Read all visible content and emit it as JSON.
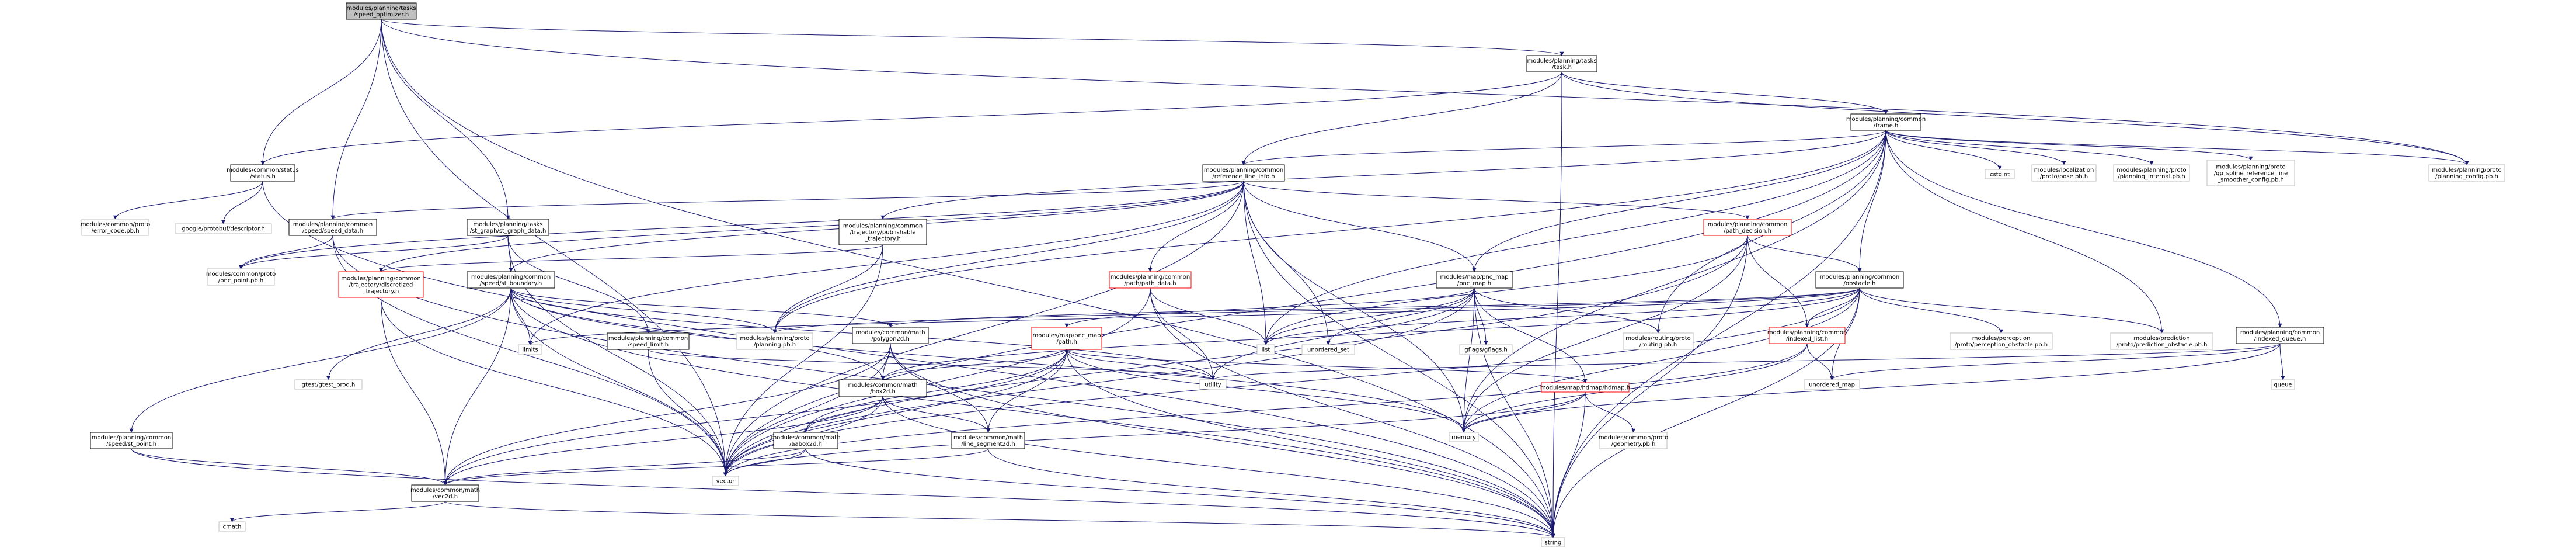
{
  "title": "modules/planning/tasks/speed_optimizer.h",
  "colors": {
    "root_fill": "#bfbfbf",
    "root_stroke": "#000000",
    "node_stroke": "#000000",
    "node_stroke_red": "#ff0000",
    "gray_stroke": "#bfbfbf",
    "edge": "#191970"
  },
  "nodes": [
    {
      "id": "root",
      "lines": [
        "modules/planning/tasks",
        "/speed_optimizer.h"
      ],
      "kind": "root"
    },
    {
      "id": "task",
      "lines": [
        "modules/planning/tasks",
        "/task.h"
      ],
      "kind": "normal"
    },
    {
      "id": "frame",
      "lines": [
        "modules/planning/common",
        "/frame.h"
      ],
      "kind": "normal"
    },
    {
      "id": "status",
      "lines": [
        "modules/common/status",
        "/status.h"
      ],
      "kind": "normal"
    },
    {
      "id": "refline",
      "lines": [
        "modules/planning/common",
        "/reference_line_info.h"
      ],
      "kind": "normal"
    },
    {
      "id": "cstdint",
      "lines": [
        "cstdint"
      ],
      "kind": "gray"
    },
    {
      "id": "pose",
      "lines": [
        "modules/localization",
        "/proto/pose.pb.h"
      ],
      "kind": "gray"
    },
    {
      "id": "planint",
      "lines": [
        "modules/planning/proto",
        "/planning_internal.pb.h"
      ],
      "kind": "gray"
    },
    {
      "id": "qpspline",
      "lines": [
        "modules/planning/proto",
        "/qp_spline_reference_line",
        "_smoother_config.pb.h"
      ],
      "kind": "gray"
    },
    {
      "id": "planconfig",
      "lines": [
        "modules/planning/proto",
        "/planning_config.pb.h"
      ],
      "kind": "gray"
    },
    {
      "id": "errcode",
      "lines": [
        "modules/common/proto",
        "/error_code.pb.h"
      ],
      "kind": "gray"
    },
    {
      "id": "descriptor",
      "lines": [
        "google/protobuf/descriptor.h"
      ],
      "kind": "gray"
    },
    {
      "id": "speeddata",
      "lines": [
        "modules/planning/common",
        "/speed/speed_data.h"
      ],
      "kind": "normal"
    },
    {
      "id": "stgraph",
      "lines": [
        "modules/planning/tasks",
        "/st_graph/st_graph_data.h"
      ],
      "kind": "normal"
    },
    {
      "id": "pubtraj",
      "lines": [
        "modules/planning/common",
        "/trajectory/publishable",
        "_trajectory.h"
      ],
      "kind": "normal"
    },
    {
      "id": "pathdec",
      "lines": [
        "modules/planning/common",
        "/path_decision.h"
      ],
      "kind": "red"
    },
    {
      "id": "pncpoint",
      "lines": [
        "modules/common/proto",
        "/pnc_point.pb.h"
      ],
      "kind": "gray"
    },
    {
      "id": "disctraj",
      "lines": [
        "modules/planning/common",
        "/trajectory/discretized",
        "_trajectory.h"
      ],
      "kind": "red"
    },
    {
      "id": "stboundary",
      "lines": [
        "modules/planning/common",
        "/speed/st_boundary.h"
      ],
      "kind": "normal"
    },
    {
      "id": "pathdata",
      "lines": [
        "modules/planning/common",
        "/path/path_data.h"
      ],
      "kind": "red"
    },
    {
      "id": "pncmap",
      "lines": [
        "modules/map/pnc_map",
        "/pnc_map.h"
      ],
      "kind": "normal"
    },
    {
      "id": "obstacle",
      "lines": [
        "modules/planning/common",
        "/obstacle.h"
      ],
      "kind": "normal"
    },
    {
      "id": "indexedqueue",
      "lines": [
        "modules/planning/common",
        "/indexed_queue.h"
      ],
      "kind": "normal"
    },
    {
      "id": "limits",
      "lines": [
        "limits"
      ],
      "kind": "gray"
    },
    {
      "id": "speedlimit",
      "lines": [
        "modules/planning/common",
        "/speed_limit.h"
      ],
      "kind": "normal"
    },
    {
      "id": "planningpb",
      "lines": [
        "modules/planning/proto",
        "/planning.pb.h"
      ],
      "kind": "gray"
    },
    {
      "id": "list",
      "lines": [
        "list"
      ],
      "kind": "gray"
    },
    {
      "id": "unordset",
      "lines": [
        "unordered_set"
      ],
      "kind": "gray"
    },
    {
      "id": "gflags",
      "lines": [
        "gflags/gflags.h"
      ],
      "kind": "gray"
    },
    {
      "id": "routing",
      "lines": [
        "modules/routing/proto",
        "/routing.pb.h"
      ],
      "kind": "gray"
    },
    {
      "id": "indexedlist",
      "lines": [
        "modules/planning/common",
        "/indexed_list.h"
      ],
      "kind": "red"
    },
    {
      "id": "percobst",
      "lines": [
        "modules/perception",
        "/proto/perception_obstacle.pb.h"
      ],
      "kind": "gray"
    },
    {
      "id": "predobst",
      "lines": [
        "modules/prediction",
        "/proto/prediction_obstacle.pb.h"
      ],
      "kind": "gray"
    },
    {
      "id": "gtest",
      "lines": [
        "gtest/gtest_prod.h"
      ],
      "kind": "gray"
    },
    {
      "id": "polygon",
      "lines": [
        "modules/common/math",
        "/polygon2d.h"
      ],
      "kind": "normal"
    },
    {
      "id": "path",
      "lines": [
        "modules/map/pnc_map",
        "/path.h"
      ],
      "kind": "red"
    },
    {
      "id": "utility",
      "lines": [
        "utility"
      ],
      "kind": "gray"
    },
    {
      "id": "hdmap",
      "lines": [
        "modules/map/hdmap/hdmap.h"
      ],
      "kind": "red"
    },
    {
      "id": "unordmap",
      "lines": [
        "unordered_map"
      ],
      "kind": "gray"
    },
    {
      "id": "queue",
      "lines": [
        "queue"
      ],
      "kind": "gray"
    },
    {
      "id": "speedpoint",
      "lines": [
        "modules/planning/common",
        "/speed/st_point.h"
      ],
      "kind": "normal"
    },
    {
      "id": "box2d",
      "lines": [
        "modules/common/math",
        "/box2d.h"
      ],
      "kind": "normal"
    },
    {
      "id": "memory",
      "lines": [
        "memory"
      ],
      "kind": "gray"
    },
    {
      "id": "aabox",
      "lines": [
        "modules/common/math",
        "/aabox2d.h"
      ],
      "kind": "normal"
    },
    {
      "id": "lineseg",
      "lines": [
        "modules/common/math",
        "/line_segment2d.h"
      ],
      "kind": "normal"
    },
    {
      "id": "geometry",
      "lines": [
        "modules/common/proto",
        "/geometry.pb.h"
      ],
      "kind": "gray"
    },
    {
      "id": "vector",
      "lines": [
        "vector"
      ],
      "kind": "gray"
    },
    {
      "id": "vec2d",
      "lines": [
        "modules/common/math",
        "/vec2d.h"
      ],
      "kind": "normal"
    },
    {
      "id": "cmath",
      "lines": [
        "cmath"
      ],
      "kind": "gray"
    },
    {
      "id": "string",
      "lines": [
        "string"
      ],
      "kind": "gray"
    }
  ],
  "edges": [
    [
      "root",
      "task"
    ],
    [
      "root",
      "status"
    ],
    [
      "root",
      "speeddata"
    ],
    [
      "root",
      "stgraph"
    ],
    [
      "root",
      "planconfig"
    ],
    [
      "root",
      "vector"
    ],
    [
      "root",
      "string"
    ],
    [
      "task",
      "frame"
    ],
    [
      "task",
      "status"
    ],
    [
      "task",
      "refline"
    ],
    [
      "task",
      "planconfig"
    ],
    [
      "task",
      "string"
    ],
    [
      "frame",
      "refline"
    ],
    [
      "frame",
      "cstdint"
    ],
    [
      "frame",
      "pose"
    ],
    [
      "frame",
      "planint"
    ],
    [
      "frame",
      "qpspline"
    ],
    [
      "frame",
      "planconfig"
    ],
    [
      "frame",
      "pubtraj"
    ],
    [
      "frame",
      "pncmap"
    ],
    [
      "frame",
      "obstacle"
    ],
    [
      "frame",
      "indexedqueue"
    ],
    [
      "frame",
      "routing"
    ],
    [
      "frame",
      "predobst"
    ],
    [
      "frame",
      "list"
    ],
    [
      "frame",
      "memory"
    ],
    [
      "frame",
      "vector"
    ],
    [
      "frame",
      "string"
    ],
    [
      "frame",
      "planningpb"
    ],
    [
      "status",
      "errcode"
    ],
    [
      "status",
      "descriptor"
    ],
    [
      "status",
      "string"
    ],
    [
      "refline",
      "speeddata"
    ],
    [
      "refline",
      "pathdec"
    ],
    [
      "refline",
      "pathdata"
    ],
    [
      "refline",
      "pncmap"
    ],
    [
      "refline",
      "disctraj"
    ],
    [
      "refline",
      "stboundary"
    ],
    [
      "refline",
      "limits"
    ],
    [
      "refline",
      "list"
    ],
    [
      "refline",
      "unordset"
    ],
    [
      "refline",
      "memory"
    ],
    [
      "refline",
      "planningpb"
    ],
    [
      "refline",
      "vector"
    ],
    [
      "refline",
      "string"
    ],
    [
      "refline",
      "pncpoint"
    ],
    [
      "speeddata",
      "pncpoint"
    ],
    [
      "speeddata",
      "vector"
    ],
    [
      "speeddata",
      "string"
    ],
    [
      "stgraph",
      "stboundary"
    ],
    [
      "stgraph",
      "speedlimit"
    ],
    [
      "stgraph",
      "pncpoint"
    ],
    [
      "stgraph",
      "vector"
    ],
    [
      "pubtraj",
      "disctraj"
    ],
    [
      "pubtraj",
      "planningpb"
    ],
    [
      "pubtraj",
      "vector"
    ],
    [
      "pathdec",
      "obstacle"
    ],
    [
      "pathdec",
      "indexedlist"
    ],
    [
      "pathdec",
      "list"
    ],
    [
      "pathdec",
      "vector"
    ],
    [
      "pathdec",
      "string"
    ],
    [
      "pathdec",
      "memory"
    ],
    [
      "disctraj",
      "vector"
    ],
    [
      "disctraj",
      "vec2d"
    ],
    [
      "stboundary",
      "polygon"
    ],
    [
      "stboundary",
      "speedpoint"
    ],
    [
      "stboundary",
      "box2d"
    ],
    [
      "stboundary",
      "gtest"
    ],
    [
      "stboundary",
      "limits"
    ],
    [
      "stboundary",
      "planningpb"
    ],
    [
      "stboundary",
      "utility"
    ],
    [
      "stboundary",
      "vector"
    ],
    [
      "stboundary",
      "string"
    ],
    [
      "stboundary",
      "vec2d"
    ],
    [
      "stboundary",
      "memory"
    ],
    [
      "pathdata",
      "list"
    ],
    [
      "pathdata",
      "utility"
    ],
    [
      "pathdata",
      "vector"
    ],
    [
      "pathdata",
      "string"
    ],
    [
      "pncmap",
      "path"
    ],
    [
      "pncmap",
      "hdmap"
    ],
    [
      "pncmap",
      "gflags"
    ],
    [
      "pncmap",
      "routing"
    ],
    [
      "pncmap",
      "list"
    ],
    [
      "pncmap",
      "unordset"
    ],
    [
      "pncmap",
      "utility"
    ],
    [
      "pncmap",
      "memory"
    ],
    [
      "pncmap",
      "vector"
    ],
    [
      "pncmap",
      "string"
    ],
    [
      "obstacle",
      "indexedlist"
    ],
    [
      "obstacle",
      "percobst"
    ],
    [
      "obstacle",
      "predobst"
    ],
    [
      "obstacle",
      "polygon"
    ],
    [
      "obstacle",
      "box2d"
    ],
    [
      "obstacle",
      "list"
    ],
    [
      "obstacle",
      "unordmap"
    ],
    [
      "obstacle",
      "memory"
    ],
    [
      "obstacle",
      "vector"
    ],
    [
      "obstacle",
      "string"
    ],
    [
      "obstacle",
      "planningpb"
    ],
    [
      "obstacle",
      "limits"
    ],
    [
      "indexedqueue",
      "queue"
    ],
    [
      "indexedqueue",
      "unordmap"
    ],
    [
      "indexedqueue",
      "memory"
    ],
    [
      "indexedqueue",
      "utility"
    ],
    [
      "speedlimit",
      "vector"
    ],
    [
      "speedlimit",
      "utility"
    ],
    [
      "indexedlist",
      "unordmap"
    ],
    [
      "indexedlist",
      "vector"
    ],
    [
      "indexedlist",
      "memory"
    ],
    [
      "polygon",
      "box2d"
    ],
    [
      "polygon",
      "lineseg"
    ],
    [
      "polygon",
      "vec2d"
    ],
    [
      "polygon",
      "vector"
    ],
    [
      "polygon",
      "string"
    ],
    [
      "path",
      "box2d"
    ],
    [
      "path",
      "lineseg"
    ],
    [
      "path",
      "vec2d"
    ],
    [
      "path",
      "hdmap"
    ],
    [
      "path",
      "utility"
    ],
    [
      "path",
      "memory"
    ],
    [
      "path",
      "vector"
    ],
    [
      "path",
      "string"
    ],
    [
      "path",
      "aabox"
    ],
    [
      "hdmap",
      "memory"
    ],
    [
      "hdmap",
      "geometry"
    ],
    [
      "hdmap",
      "vector"
    ],
    [
      "hdmap",
      "string"
    ],
    [
      "speedpoint",
      "vec2d"
    ],
    [
      "speedpoint",
      "string"
    ],
    [
      "box2d",
      "aabox"
    ],
    [
      "box2d",
      "lineseg"
    ],
    [
      "box2d",
      "vec2d"
    ],
    [
      "box2d",
      "vector"
    ],
    [
      "box2d",
      "string"
    ],
    [
      "aabox",
      "vec2d"
    ],
    [
      "aabox",
      "vector"
    ],
    [
      "aabox",
      "string"
    ],
    [
      "lineseg",
      "vec2d"
    ],
    [
      "lineseg",
      "string"
    ],
    [
      "vec2d",
      "cmath"
    ],
    [
      "vec2d",
      "string"
    ]
  ]
}
